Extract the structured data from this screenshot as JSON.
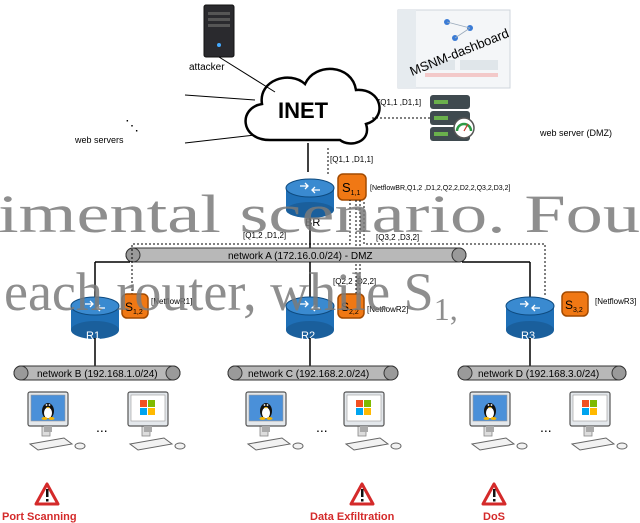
{
  "colors": {
    "router_blue": "#1f6fb6",
    "sensor_orange": "#f07814",
    "network_bar": "#b8b8b8",
    "attack_red": "#d42a2a",
    "server_green": "#3e8a3e",
    "watermark_gray": "#7a7a7a"
  },
  "icons": [
    "server-tower-icon",
    "cloud-icon",
    "router-icon",
    "sensor-icon",
    "rack-server-icon",
    "workstation-icon",
    "linux-tux-icon",
    "windows-logo-icon",
    "warning-triangle-icon",
    "dashboard-thumbnail-icon"
  ],
  "labels": {
    "attacker": "attacker",
    "web_servers": "web servers",
    "inet": "INET",
    "dashboard": "MSNM-dashboard",
    "web_server_dmz": "web server (DMZ)",
    "network_a": "network A (172.16.0.0/24) - DMZ",
    "network_b": "network B (192.168.1.0/24)",
    "network_c": "network C (192.168.2.0/24)",
    "network_d": "network D (192.168.3.0/24)",
    "ellipsis": "...",
    "dots": "⋱"
  },
  "routers": {
    "br": {
      "name": "BR",
      "sensor": "S",
      "sensor_sub": "1,1"
    },
    "r1": {
      "name": "R1",
      "sensor": "S",
      "sensor_sub": "1,2"
    },
    "r2": {
      "name": "R2",
      "sensor": "S",
      "sensor_sub": "2,2"
    },
    "r3": {
      "name": "R3",
      "sensor": "S",
      "sensor_sub": "3,2"
    }
  },
  "annotations": {
    "q11_top": "[Q1,1 ,D1,1]",
    "q11_br": "[Q1,1 ,D1,1]",
    "netflow_br": "[NetflowBR,Q1,2 ,D1,2,Q2,2,D2,2,Q3,2,D3,2]",
    "q12": "[Q1,2 ,D1,2]",
    "q32": "[Q3,2 ,D3,2]",
    "q22": "[Q2,2 ,D2,2]",
    "netflow_r1": "[NetflowR1]",
    "netflow_r2": "[NetflowR2]",
    "netflow_r3": "[NetflowR3]"
  },
  "attacks": {
    "left": "Port Scanning",
    "center": "Data Exfiltration",
    "right": "DoS"
  },
  "overlay_text": {
    "line1": "imental scenario. Fou",
    "line2": "each router, while S",
    "line2_sub": "1,"
  }
}
